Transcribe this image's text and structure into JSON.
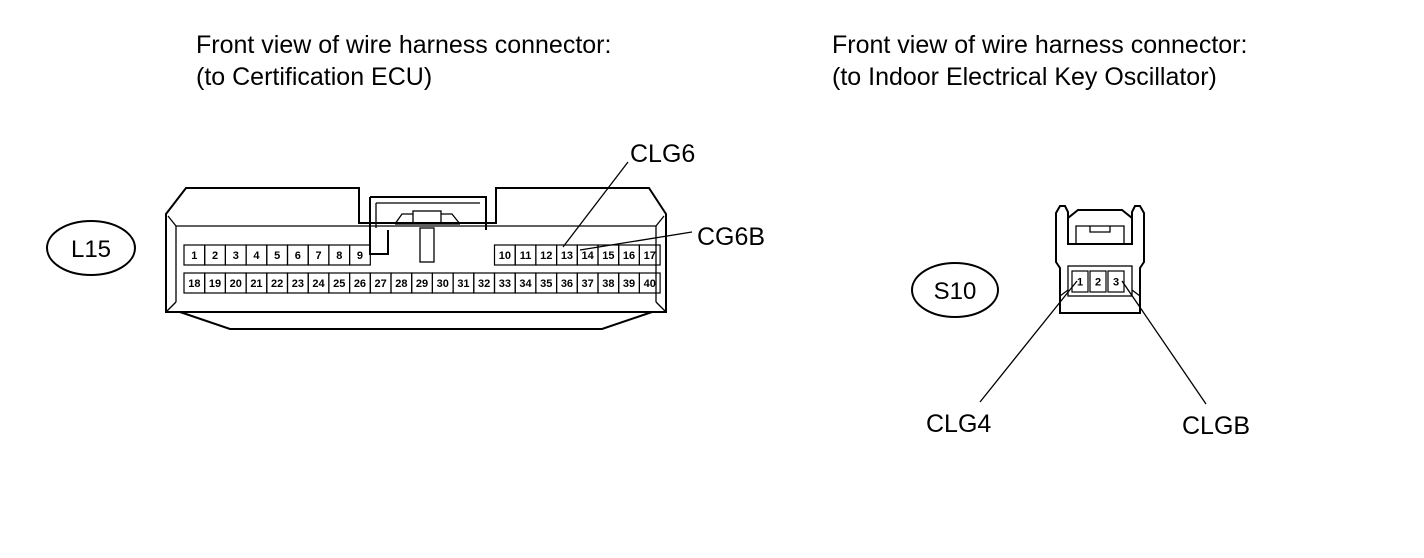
{
  "left_connector": {
    "heading_line1": "Front view of wire harness connector:",
    "heading_line2": "(to Certification ECU)",
    "badge": "L15",
    "pins_top_left": [
      "1",
      "2",
      "3",
      "4",
      "5",
      "6",
      "7",
      "8",
      "9"
    ],
    "pins_top_right": [
      "10",
      "11",
      "12",
      "13",
      "14",
      "15",
      "16",
      "17"
    ],
    "pins_bottom": [
      "18",
      "19",
      "20",
      "21",
      "22",
      "23",
      "24",
      "25",
      "26",
      "27",
      "28",
      "29",
      "30",
      "31",
      "32",
      "33",
      "34",
      "35",
      "36",
      "37",
      "38",
      "39",
      "40"
    ],
    "callouts": [
      {
        "label": "CLG6",
        "pin": "13"
      },
      {
        "label": "CG6B",
        "pin": "14"
      }
    ]
  },
  "right_connector": {
    "heading_line1": "Front view of wire harness connector:",
    "heading_line2": "(to Indoor Electrical Key Oscillator)",
    "badge": "S10",
    "pins": [
      "1",
      "2",
      "3"
    ],
    "callouts": [
      {
        "label": "CLG4",
        "pin": "1"
      },
      {
        "label": "CLGB",
        "pin": "3"
      }
    ]
  }
}
